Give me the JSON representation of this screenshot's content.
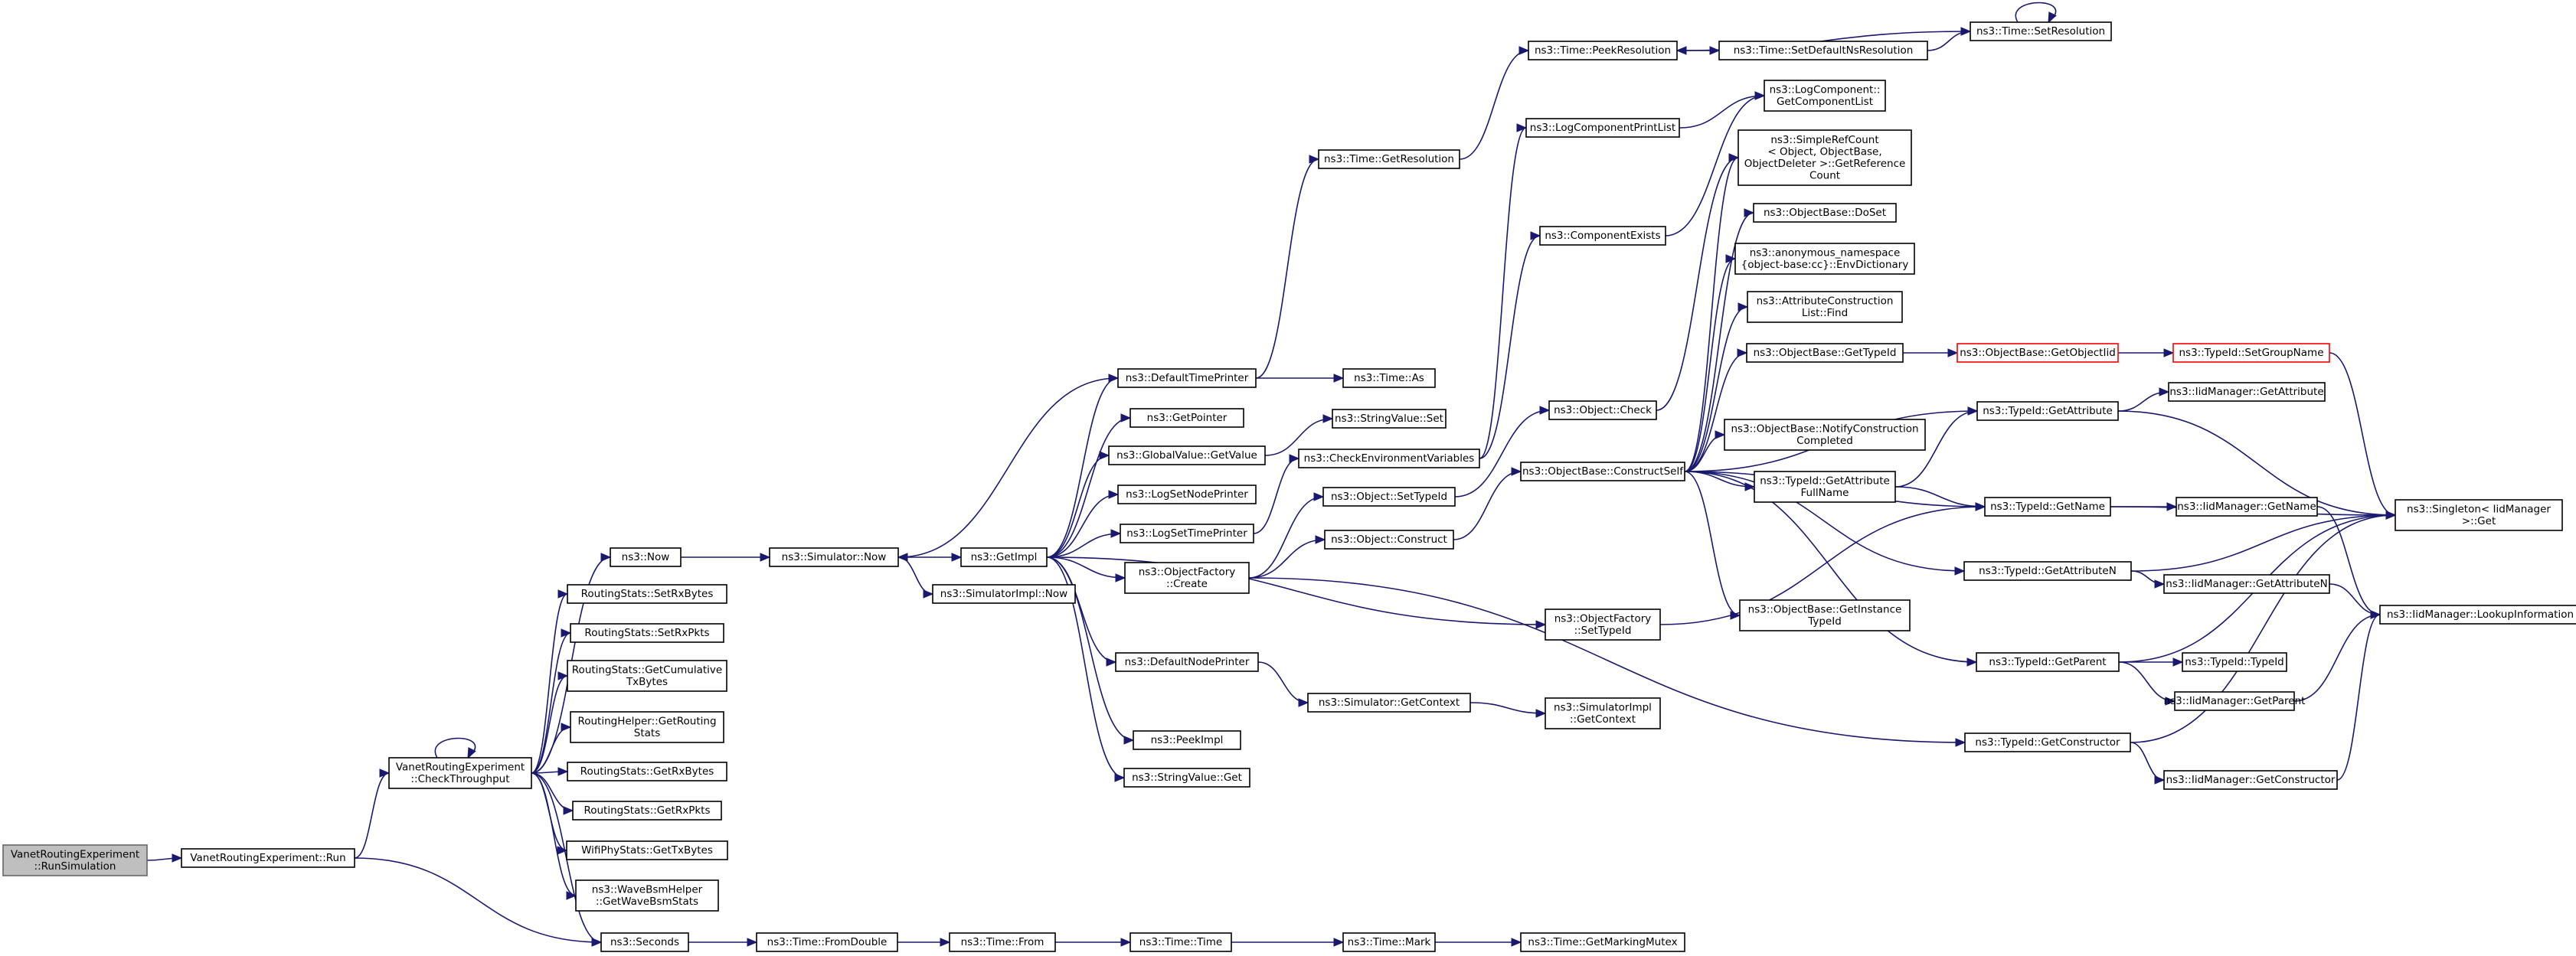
{
  "nodes": {
    "n0": {
      "lines": [
        "VanetRoutingExperiment",
        "::RunSimulation"
      ]
    },
    "n1": {
      "lines": [
        "VanetRoutingExperiment::Run"
      ]
    },
    "n2": {
      "lines": [
        "VanetRoutingExperiment",
        "::CheckThroughput"
      ]
    },
    "n3": {
      "lines": [
        "ns3::Seconds"
      ]
    },
    "n4": {
      "lines": [
        "ns3::Now"
      ]
    },
    "n5": {
      "lines": [
        "RoutingStats::SetRxBytes"
      ]
    },
    "n6": {
      "lines": [
        "RoutingStats::SetRxPkts"
      ]
    },
    "n7": {
      "lines": [
        "RoutingStats::GetCumulative",
        "TxBytes"
      ]
    },
    "n8": {
      "lines": [
        "RoutingHelper::GetRouting",
        "Stats"
      ]
    },
    "n9": {
      "lines": [
        "RoutingStats::GetRxBytes"
      ]
    },
    "n10": {
      "lines": [
        "RoutingStats::GetRxPkts"
      ]
    },
    "n11": {
      "lines": [
        "WifiPhyStats::GetTxBytes"
      ]
    },
    "n12": {
      "lines": [
        "ns3::WaveBsmHelper",
        "::GetWaveBsmStats"
      ]
    },
    "n13": {
      "lines": [
        "ns3::Simulator::Now"
      ]
    },
    "n14": {
      "lines": [
        "ns3::GetImpl"
      ]
    },
    "n15": {
      "lines": [
        "ns3::SimulatorImpl::Now"
      ]
    },
    "n16": {
      "lines": [
        "ns3::DefaultTimePrinter"
      ]
    },
    "n17": {
      "lines": [
        "ns3::GetPointer"
      ]
    },
    "n18": {
      "lines": [
        "ns3::GlobalValue::GetValue"
      ]
    },
    "n19": {
      "lines": [
        "ns3::LogSetNodePrinter"
      ]
    },
    "n20": {
      "lines": [
        "ns3::LogSetTimePrinter"
      ]
    },
    "n21": {
      "lines": [
        "ns3::ObjectFactory",
        "::Create"
      ]
    },
    "n22": {
      "lines": [
        "ns3::DefaultNodePrinter"
      ]
    },
    "n23": {
      "lines": [
        "ns3::PeekImpl"
      ]
    },
    "n24": {
      "lines": [
        "ns3::StringValue::Get"
      ]
    },
    "n25": {
      "lines": [
        "ns3::Time::GetResolution"
      ]
    },
    "n26": {
      "lines": [
        "ns3::Time::As"
      ]
    },
    "n27": {
      "lines": [
        "ns3::StringValue::Set"
      ]
    },
    "n28": {
      "lines": [
        "ns3::CheckEnvironmentVariables"
      ]
    },
    "n29": {
      "lines": [
        "ns3::Object::SetTypeId"
      ]
    },
    "n30": {
      "lines": [
        "ns3::Object::Construct"
      ]
    },
    "n31": {
      "lines": [
        "ns3::Simulator::GetContext"
      ]
    },
    "n32": {
      "lines": [
        "ns3::Time::PeekResolution"
      ]
    },
    "n33": {
      "lines": [
        "ns3::Time::SetDefaultNsResolution"
      ]
    },
    "n34": {
      "lines": [
        "ns3::Time::SetResolution"
      ]
    },
    "n35": {
      "lines": [
        "ns3::LogComponentPrintList"
      ]
    },
    "n36": {
      "lines": [
        "ns3::LogComponent::",
        "GetComponentList"
      ]
    },
    "n37": {
      "lines": [
        "ns3::ComponentExists"
      ]
    },
    "n38": {
      "lines": [
        "ns3::Object::Check"
      ]
    },
    "n39": {
      "lines": [
        "ns3::ObjectBase::ConstructSelf"
      ]
    },
    "n40": {
      "lines": [
        "ns3::ObjectFactory",
        "::SetTypeId"
      ]
    },
    "n41": {
      "lines": [
        "ns3::SimulatorImpl",
        "::GetContext"
      ]
    },
    "n42": {
      "lines": [
        "ns3::Time::FromDouble"
      ]
    },
    "n43": {
      "lines": [
        "ns3::Time::From"
      ]
    },
    "n44": {
      "lines": [
        "ns3::Time::Time"
      ]
    },
    "n45": {
      "lines": [
        "ns3::Time::Mark"
      ]
    },
    "n46": {
      "lines": [
        "ns3::Time::GetMarkingMutex"
      ]
    },
    "n47": {
      "lines": [
        "ns3::SimpleRefCount",
        "< Object, ObjectBase,",
        "ObjectDeleter >::GetReference",
        "Count"
      ]
    },
    "n48": {
      "lines": [
        "ns3::ObjectBase::DoSet"
      ]
    },
    "n49": {
      "lines": [
        "ns3::anonymous_namespace",
        "{object-base:cc}::EnvDictionary"
      ]
    },
    "n50": {
      "lines": [
        "ns3::AttributeConstruction",
        "List::Find"
      ]
    },
    "n51": {
      "lines": [
        "ns3::ObjectBase::GetTypeId"
      ]
    },
    "n52": {
      "lines": [
        "ns3::ObjectBase::NotifyConstruction",
        "Completed"
      ]
    },
    "n53": {
      "lines": [
        "ns3::TypeId::GetAttribute",
        "FullName"
      ]
    },
    "n54": {
      "lines": [
        "ns3::ObjectBase::GetInstance",
        "TypeId"
      ]
    },
    "n55": {
      "lines": [
        "ns3::ObjectBase::GetObjectIid"
      ]
    },
    "n56": {
      "lines": [
        "ns3::TypeId::SetGroupName"
      ]
    },
    "n57": {
      "lines": [
        "ns3::TypeId::GetAttribute"
      ]
    },
    "n58": {
      "lines": [
        "ns3::TypeId::GetName"
      ]
    },
    "n59": {
      "lines": [
        "ns3::TypeId::GetAttributeN"
      ]
    },
    "n60": {
      "lines": [
        "ns3::TypeId::GetParent"
      ]
    },
    "n61": {
      "lines": [
        "ns3::TypeId::GetConstructor"
      ]
    },
    "n62": {
      "lines": [
        "ns3::IidManager::GetAttribute"
      ]
    },
    "n63": {
      "lines": [
        "ns3::IidManager::GetName"
      ]
    },
    "n64": {
      "lines": [
        "ns3::IidManager::GetAttributeN"
      ]
    },
    "n65": {
      "lines": [
        "ns3::TypeId::TypeId"
      ]
    },
    "n66": {
      "lines": [
        "ns3::IidManager::GetParent"
      ]
    },
    "n67": {
      "lines": [
        "ns3::IidManager::GetConstructor"
      ]
    },
    "n68": {
      "lines": [
        "ns3::Singleton< IidManager",
        ">::Get"
      ]
    },
    "n69": {
      "lines": [
        "ns3::IidManager::LookupInformation"
      ]
    }
  },
  "edges": [
    [
      "n0",
      "n1"
    ],
    [
      "n1",
      "n2"
    ],
    [
      "n1",
      "n3"
    ],
    [
      "n2",
      "n2"
    ],
    [
      "n2",
      "n4"
    ],
    [
      "n2",
      "n5"
    ],
    [
      "n2",
      "n6"
    ],
    [
      "n2",
      "n7"
    ],
    [
      "n2",
      "n8"
    ],
    [
      "n2",
      "n9"
    ],
    [
      "n2",
      "n10"
    ],
    [
      "n2",
      "n11"
    ],
    [
      "n2",
      "n12"
    ],
    [
      "n2",
      "n3"
    ],
    [
      "n4",
      "n13"
    ],
    [
      "n13",
      "n14"
    ],
    [
      "n13",
      "n15"
    ],
    [
      "n14",
      "n16"
    ],
    [
      "n14",
      "n17"
    ],
    [
      "n14",
      "n18"
    ],
    [
      "n14",
      "n19"
    ],
    [
      "n14",
      "n20"
    ],
    [
      "n14",
      "n21"
    ],
    [
      "n14",
      "n22"
    ],
    [
      "n14",
      "n23"
    ],
    [
      "n14",
      "n24"
    ],
    [
      "n14",
      "n40"
    ],
    [
      "n16",
      "n13"
    ],
    [
      "n16",
      "n25"
    ],
    [
      "n16",
      "n26"
    ],
    [
      "n25",
      "n32"
    ],
    [
      "n32",
      "n33"
    ],
    [
      "n33",
      "n34"
    ],
    [
      "n34",
      "n32"
    ],
    [
      "n34",
      "n34"
    ],
    [
      "n18",
      "n27"
    ],
    [
      "n20",
      "n28"
    ],
    [
      "n28",
      "n35"
    ],
    [
      "n28",
      "n37"
    ],
    [
      "n35",
      "n36"
    ],
    [
      "n37",
      "n36"
    ],
    [
      "n21",
      "n29"
    ],
    [
      "n21",
      "n30"
    ],
    [
      "n21",
      "n61"
    ],
    [
      "n29",
      "n38"
    ],
    [
      "n38",
      "n47"
    ],
    [
      "n30",
      "n39"
    ],
    [
      "n22",
      "n31"
    ],
    [
      "n31",
      "n41"
    ],
    [
      "n39",
      "n47"
    ],
    [
      "n39",
      "n48"
    ],
    [
      "n39",
      "n49"
    ],
    [
      "n39",
      "n50"
    ],
    [
      "n39",
      "n51"
    ],
    [
      "n39",
      "n52"
    ],
    [
      "n39",
      "n53"
    ],
    [
      "n39",
      "n54"
    ],
    [
      "n39",
      "n57"
    ],
    [
      "n39",
      "n58"
    ],
    [
      "n39",
      "n59"
    ],
    [
      "n39",
      "n60"
    ],
    [
      "n51",
      "n55"
    ],
    [
      "n55",
      "n56"
    ],
    [
      "n56",
      "n68"
    ],
    [
      "n53",
      "n57"
    ],
    [
      "n53",
      "n58"
    ],
    [
      "n57",
      "n62"
    ],
    [
      "n57",
      "n68"
    ],
    [
      "n58",
      "n63"
    ],
    [
      "n58",
      "n68"
    ],
    [
      "n63",
      "n69"
    ],
    [
      "n59",
      "n64"
    ],
    [
      "n59",
      "n68"
    ],
    [
      "n64",
      "n69"
    ],
    [
      "n60",
      "n65"
    ],
    [
      "n60",
      "n66"
    ],
    [
      "n60",
      "n68"
    ],
    [
      "n66",
      "n69"
    ],
    [
      "n61",
      "n67"
    ],
    [
      "n61",
      "n68"
    ],
    [
      "n67",
      "n69"
    ],
    [
      "n40",
      "n58"
    ],
    [
      "n3",
      "n42"
    ],
    [
      "n42",
      "n43"
    ],
    [
      "n43",
      "n44"
    ],
    [
      "n44",
      "n45"
    ],
    [
      "n45",
      "n46"
    ]
  ]
}
